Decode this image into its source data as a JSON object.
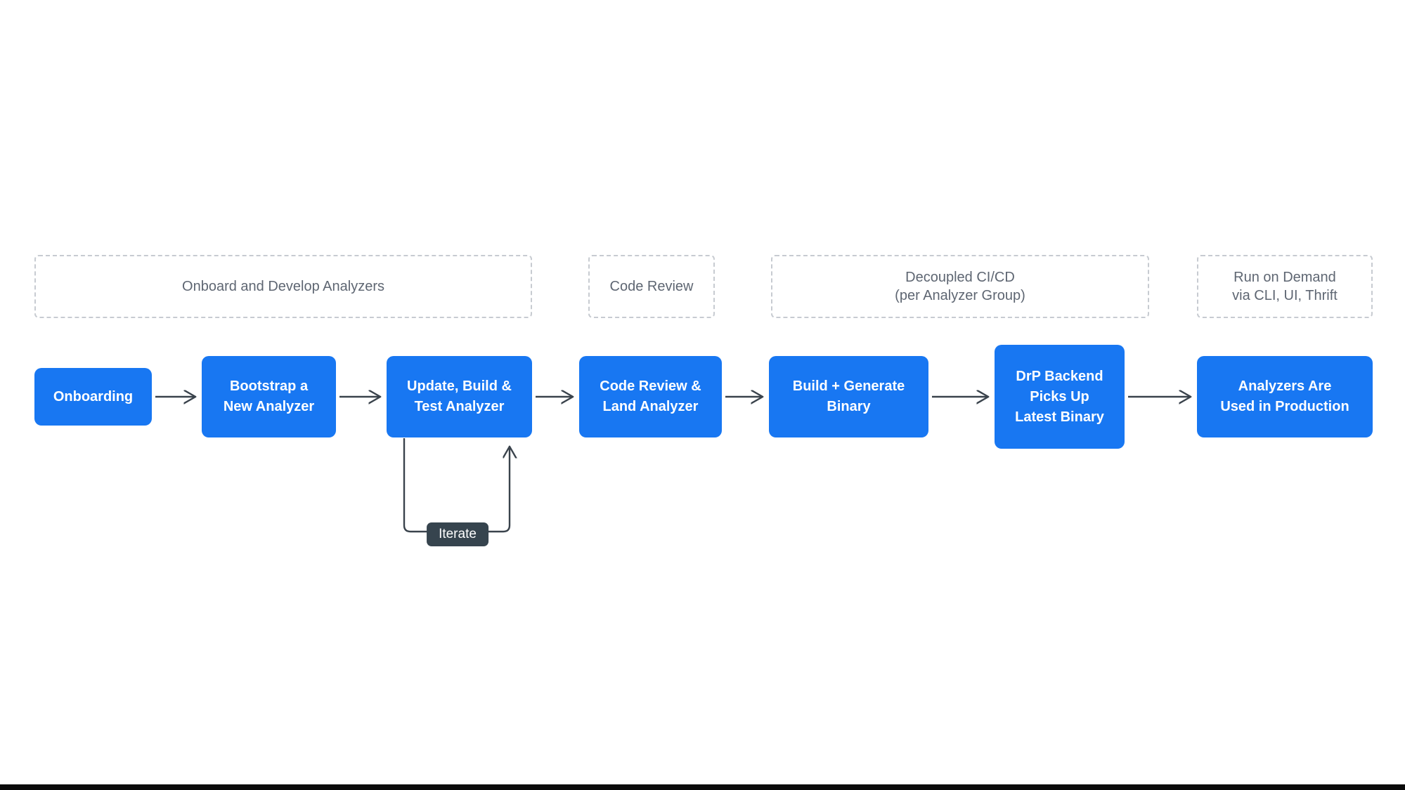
{
  "diagram": {
    "groups": [
      {
        "label": "Onboard and Develop Analyzers"
      },
      {
        "label": "Code Review"
      },
      {
        "label": "Decoupled CI/CD\n(per Analyzer Group)"
      },
      {
        "label": "Run on Demand\nvia CLI, UI, Thrift"
      }
    ],
    "steps": [
      {
        "label": "Onboarding"
      },
      {
        "label": "Bootstrap a\nNew Analyzer"
      },
      {
        "label": "Update, Build &\nTest Analyzer"
      },
      {
        "label": "Code Review &\nLand Analyzer"
      },
      {
        "label": "Build + Generate\nBinary"
      },
      {
        "label": "DrP Backend\nPicks Up\nLatest Binary"
      },
      {
        "label": "Analyzers Are\nUsed in Production"
      }
    ],
    "loop_label": "Iterate",
    "colors": {
      "background": "#FFFFFF",
      "step_bg": "#1877F2",
      "step_text": "#FFFFFF",
      "group_border": "#C7CBD1",
      "group_text": "#5E6672",
      "arrow": "#3A434C",
      "loop_bg": "#36444E",
      "loop_text": "#FFFFFF",
      "bottom_bar": "#0A0A0A"
    }
  }
}
